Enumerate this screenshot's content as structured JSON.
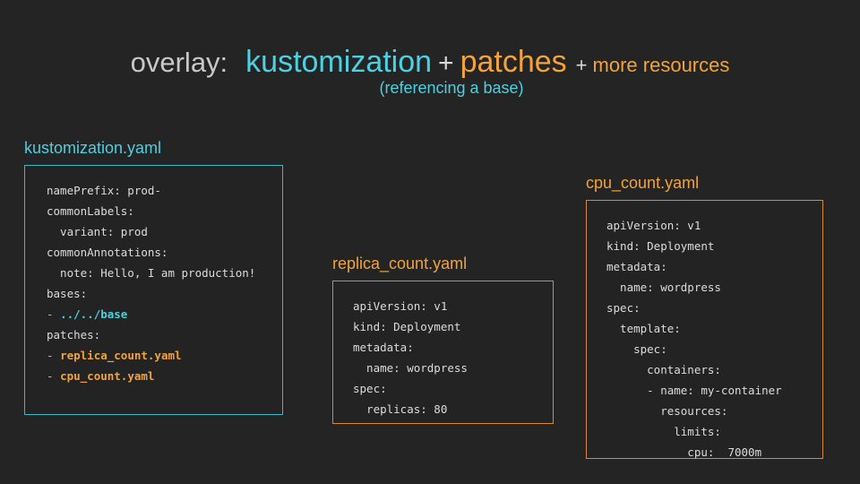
{
  "slide": {
    "background_color": "#242424",
    "heading": {
      "label": "overlay:",
      "term_primary": "kustomization",
      "plus_1": "+",
      "term_secondary": "patches",
      "plus_2": "+",
      "term_tertiary": "more resources",
      "subtitle": "(referencing a base)"
    },
    "colors": {
      "cyan": "#4dd0e1",
      "orange": "#f2a33c",
      "label_gray": "#c8c8c8",
      "code_text": "#dcdcdc"
    }
  },
  "cards": [
    {
      "id": "kustomization",
      "accent": "cyan",
      "title": "kustomization.yaml",
      "lines": [
        {
          "text": "namePrefix: prod-"
        },
        {
          "text": "commonLabels:"
        },
        {
          "text": "  variant: prod"
        },
        {
          "text": "commonAnnotations:"
        },
        {
          "text": "  note: Hello, I am production!"
        },
        {
          "text": "bases:"
        },
        {
          "dash": "- ",
          "value": "../../base",
          "highlight": "cyan"
        },
        {
          "text": "patches:"
        },
        {
          "dash": "- ",
          "value": "replica_count.yaml",
          "highlight": "orange"
        },
        {
          "dash": "- ",
          "value": "cpu_count.yaml",
          "highlight": "orange"
        }
      ]
    },
    {
      "id": "replica_count",
      "accent": "orange",
      "title": "replica_count.yaml",
      "lines": [
        {
          "text": "apiVersion: v1"
        },
        {
          "text": "kind: Deployment"
        },
        {
          "text": "metadata:"
        },
        {
          "text": "  name: wordpress"
        },
        {
          "text": "spec:"
        },
        {
          "text": "  replicas: 80"
        }
      ]
    },
    {
      "id": "cpu_count",
      "accent": "orange",
      "title": "cpu_count.yaml",
      "lines": [
        {
          "text": "apiVersion: v1"
        },
        {
          "text": "kind: Deployment"
        },
        {
          "text": "metadata:"
        },
        {
          "text": "  name: wordpress"
        },
        {
          "text": "spec:"
        },
        {
          "text": "  template:"
        },
        {
          "text": "    spec:"
        },
        {
          "text": "      containers:"
        },
        {
          "text": "      - name: my-container"
        },
        {
          "text": "        resources:"
        },
        {
          "text": "          limits:"
        },
        {
          "text": "            cpu:  7000m"
        }
      ]
    }
  ]
}
